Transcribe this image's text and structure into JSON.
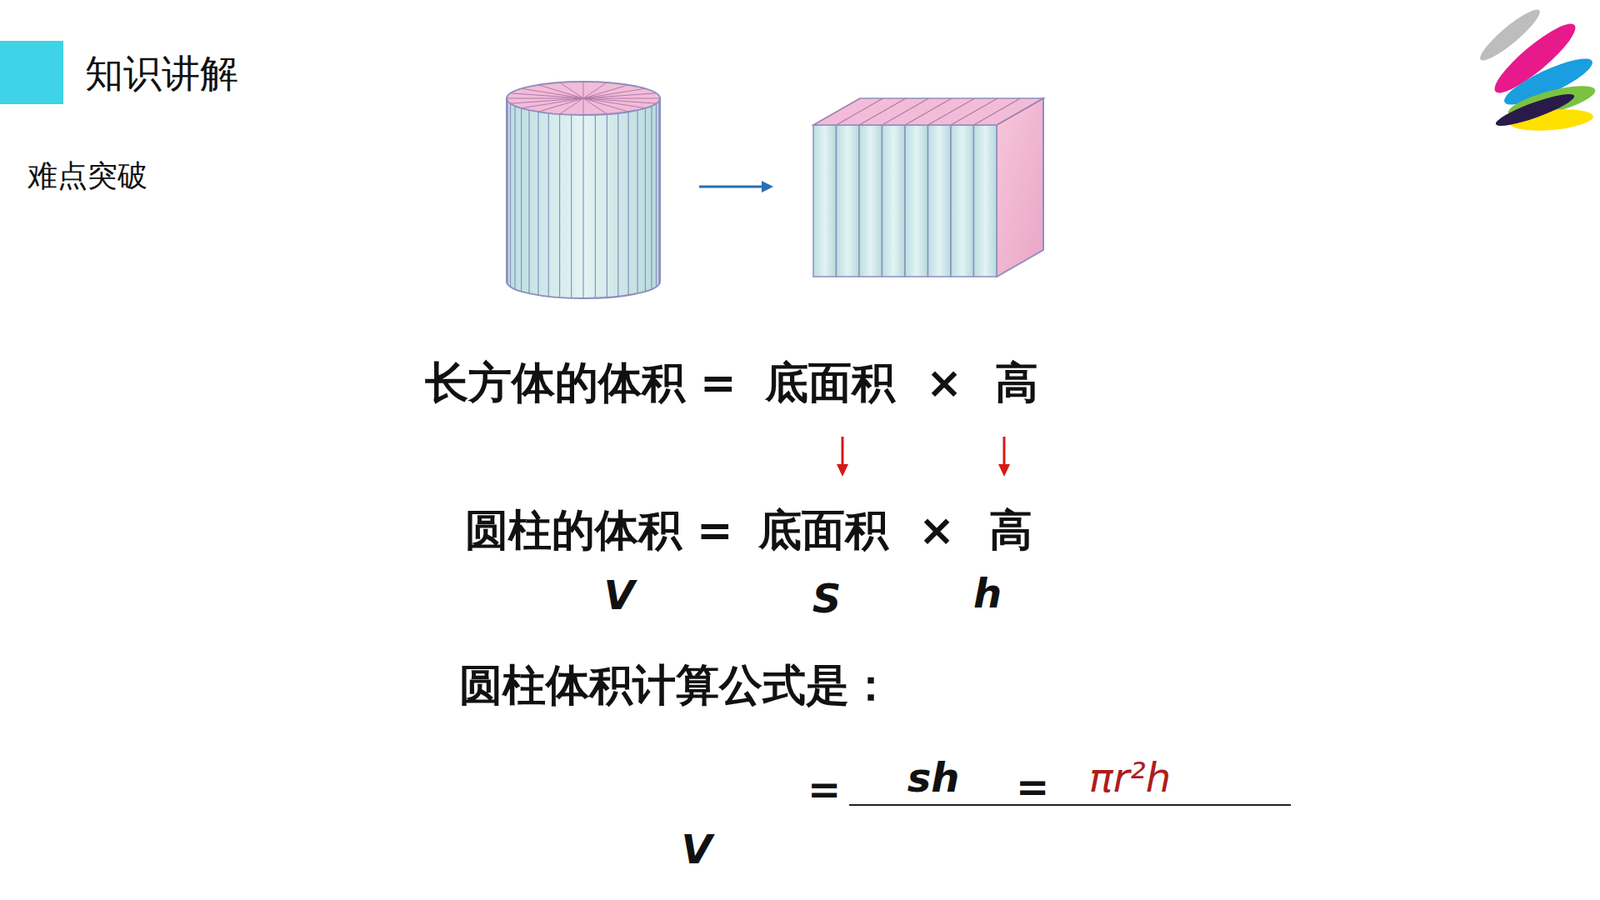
{
  "diagram": {
    "title": "知识讲解",
    "labels": [
      "难点突破",
      "长方体的体积 =",
      "底面积",
      "×",
      "高",
      "圆柱的体积 =",
      "底面积",
      "×",
      "高",
      "V",
      "S",
      "h",
      "圆柱体积计算公式是：",
      "V",
      "=",
      "sh",
      "=",
      "πr²h"
    ]
  }
}
